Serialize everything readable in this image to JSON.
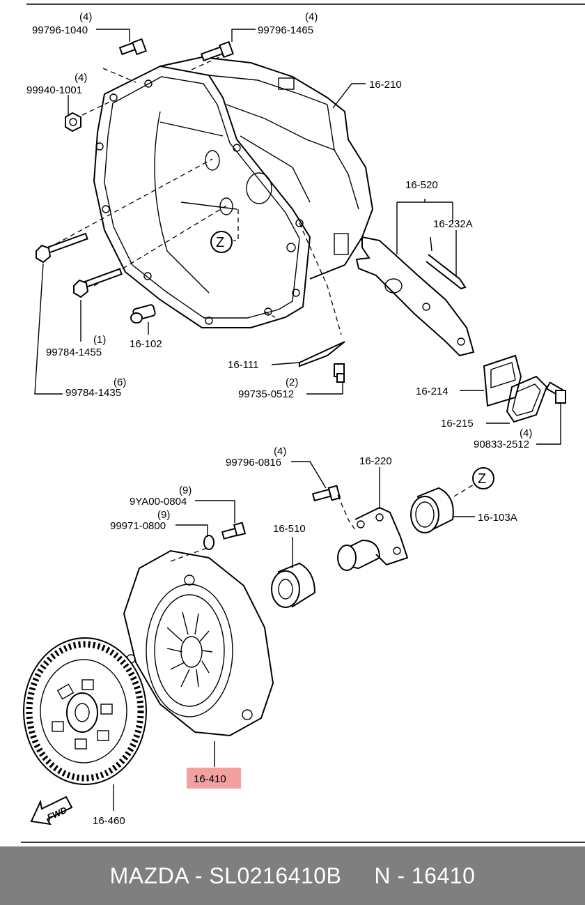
{
  "parts": {
    "p99796_1040": {
      "num": "99796-1040",
      "qty": "(4)"
    },
    "p99796_1465": {
      "num": "99796-1465",
      "qty": "(4)"
    },
    "p99940_1001": {
      "num": "99940-1001",
      "qty": "(4)"
    },
    "p16_210": {
      "num": "16-210"
    },
    "p16_520": {
      "num": "16-520"
    },
    "p16_232A": {
      "num": "16-232A"
    },
    "p99784_1455": {
      "num": "99784-1455",
      "qty": "(1)"
    },
    "p16_102": {
      "num": "16-102"
    },
    "p99784_1435": {
      "num": "99784-1435",
      "qty": "(6)"
    },
    "p16_111": {
      "num": "16-111"
    },
    "p99735_0512": {
      "num": "99735-0512",
      "qty": "(2)"
    },
    "p16_214": {
      "num": "16-214"
    },
    "p16_215": {
      "num": "16-215"
    },
    "p90833_2512": {
      "num": "90833-2512",
      "qty": "(4)"
    },
    "p99796_0816": {
      "num": "99796-0816",
      "qty": "(4)"
    },
    "p16_220": {
      "num": "16-220"
    },
    "p9YA00_0804": {
      "num": "9YA00-0804",
      "qty": "(9)"
    },
    "p99971_0800": {
      "num": "99971-0800",
      "qty": "(9)"
    },
    "p16_510": {
      "num": "16-510"
    },
    "p16_103A": {
      "num": "16-103A"
    },
    "p16_410": {
      "num": "16-410"
    },
    "p16_460": {
      "num": "16-460"
    }
  },
  "markers": {
    "z1": "Z",
    "z2": "Z",
    "fwd": "FWD"
  },
  "footer": {
    "text": "MAZDA - SL0216410B     N - 16410"
  },
  "colors": {
    "highlight": "#f2a0a0",
    "footer_bg": "#7f7f7f"
  }
}
